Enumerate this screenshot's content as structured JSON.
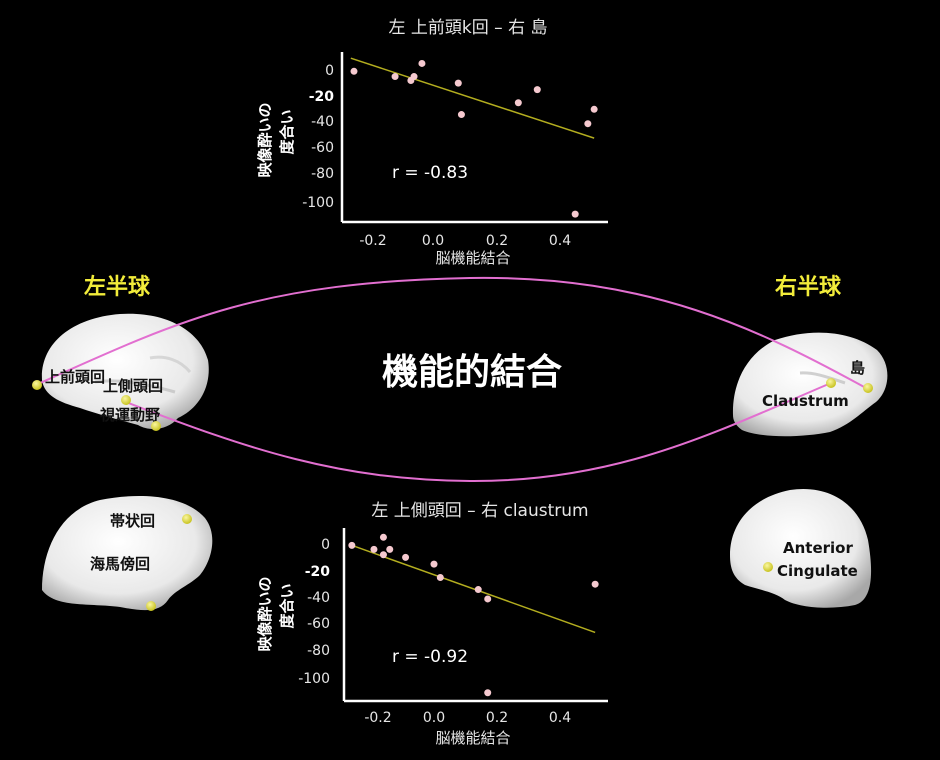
{
  "center_label": "機能的結合",
  "hemispheres": {
    "left": "左半球",
    "right": "右半球"
  },
  "regions": {
    "left_lateral": [
      "上前頭回",
      "上側頭回",
      "視運動野"
    ],
    "left_medial": [
      "帯状回",
      "海馬傍回"
    ],
    "right_lateral": [
      "島",
      "Claustrum"
    ],
    "right_medial": [
      "Anterior",
      "Cingulate"
    ]
  },
  "colors": {
    "background": "#000000",
    "hemisphere_label": "#f2ec3a",
    "connection_line": "#e26fd0",
    "points": "#f5c9cf",
    "regression_line": "#b3ad1f",
    "node": "#e6e23a"
  },
  "chart_data": [
    {
      "type": "scatter",
      "title": "左 上前頭k回 – 右 島",
      "xlabel": "脳機能結合",
      "ylabel": [
        "映像酔いの",
        "度合い"
      ],
      "xticks": [
        "-0.2",
        "0.0",
        "0.2",
        "0.4"
      ],
      "yticks": [
        "0",
        "-20",
        "-40",
        "-60",
        "-80",
        "-100"
      ],
      "xlim": [
        -0.28,
        0.53
      ],
      "ylim": [
        -115,
        12
      ],
      "annotation": "r = -0.83",
      "points": [
        {
          "x": -0.25,
          "y": -1
        },
        {
          "x": -0.12,
          "y": -5
        },
        {
          "x": -0.07,
          "y": -8
        },
        {
          "x": -0.06,
          "y": -5
        },
        {
          "x": -0.035,
          "y": 5
        },
        {
          "x": 0.08,
          "y": -10
        },
        {
          "x": 0.09,
          "y": -34
        },
        {
          "x": 0.27,
          "y": -25
        },
        {
          "x": 0.33,
          "y": -15
        },
        {
          "x": 0.45,
          "y": -110
        },
        {
          "x": 0.49,
          "y": -41
        },
        {
          "x": 0.51,
          "y": -30
        }
      ],
      "regression": {
        "x": [
          -0.26,
          0.51
        ],
        "y": [
          9,
          -52
        ]
      }
    },
    {
      "type": "scatter",
      "title": "左 上側頭回 – 右 claustrum",
      "xlabel": "脳機能結合",
      "ylabel": [
        "映像酔いの",
        "度合い"
      ],
      "xticks": [
        "-0.2",
        "0.0",
        "0.2",
        "0.4"
      ],
      "yticks": [
        "0",
        "-20",
        "-40",
        "-60",
        "-80",
        "-100"
      ],
      "xlim": [
        -0.28,
        0.53
      ],
      "ylim": [
        -115,
        10
      ],
      "annotation": "r = -0.92",
      "points": [
        {
          "x": -0.26,
          "y": -1
        },
        {
          "x": -0.19,
          "y": -4
        },
        {
          "x": -0.16,
          "y": 5
        },
        {
          "x": -0.16,
          "y": -8
        },
        {
          "x": -0.14,
          "y": -4
        },
        {
          "x": -0.09,
          "y": -10
        },
        {
          "x": 0.0,
          "y": -15
        },
        {
          "x": 0.02,
          "y": -25
        },
        {
          "x": 0.14,
          "y": -34
        },
        {
          "x": 0.17,
          "y": -41
        },
        {
          "x": 0.17,
          "y": -111
        },
        {
          "x": 0.51,
          "y": -30
        }
      ],
      "regression": {
        "x": [
          -0.26,
          0.51
        ],
        "y": [
          -1,
          -66
        ]
      }
    }
  ]
}
